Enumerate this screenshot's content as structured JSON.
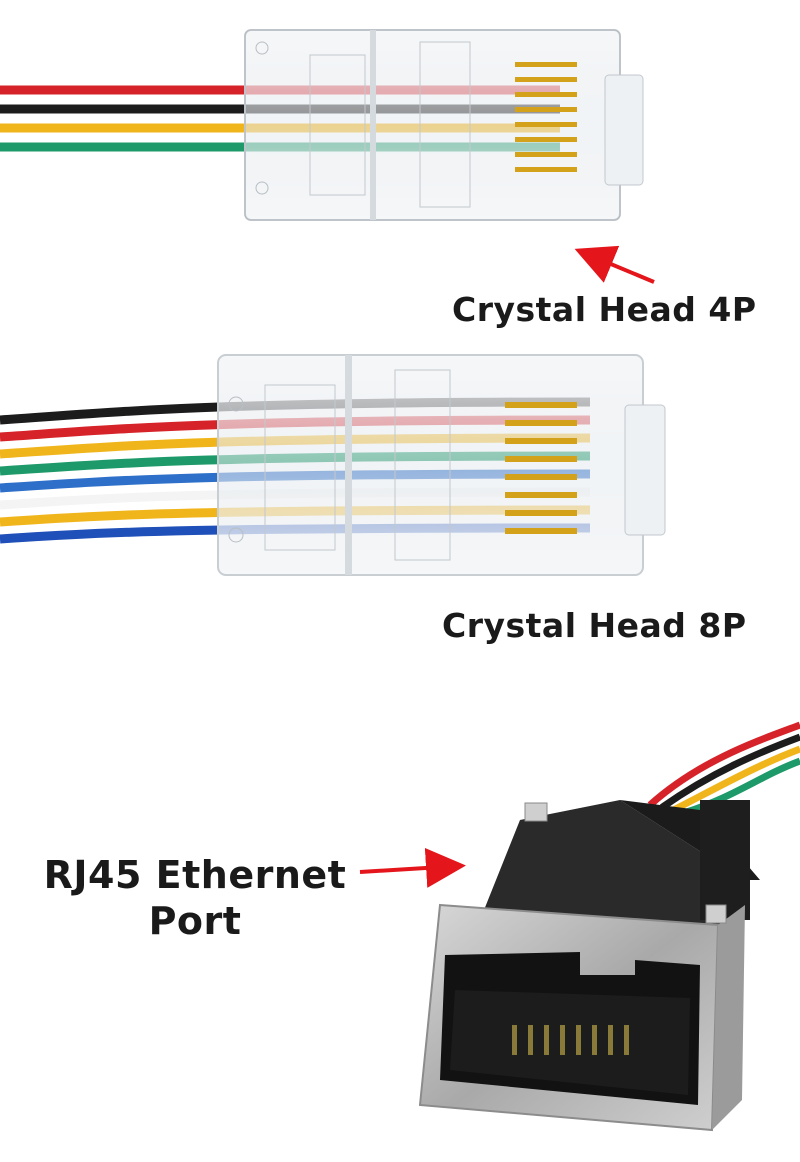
{
  "labels": {
    "crystal_head_4p": "Crystal Head 4P",
    "crystal_head_8p": "Crystal Head 8P",
    "rj45_port_line1": "RJ45 Ethernet",
    "rj45_port_line2": "Port"
  },
  "colors": {
    "arrow": "#e4161b",
    "wires_4p": [
      "#d6232a",
      "#1c1c1c",
      "#f1b51c",
      "#1e9a6a"
    ],
    "wires_8p": [
      "#1c1c1c",
      "#d6232a",
      "#f1b51c",
      "#1e9a6a",
      "#2d6fc9",
      "#f4f4f4",
      "#f1b51c",
      "#1f4fb8"
    ],
    "wires_port": [
      "#d6232a",
      "#1c1c1c",
      "#f1b51c",
      "#1e9a6a"
    ],
    "gold_contact": "#d4a21a",
    "metal_shell": "#b9b9b9"
  }
}
